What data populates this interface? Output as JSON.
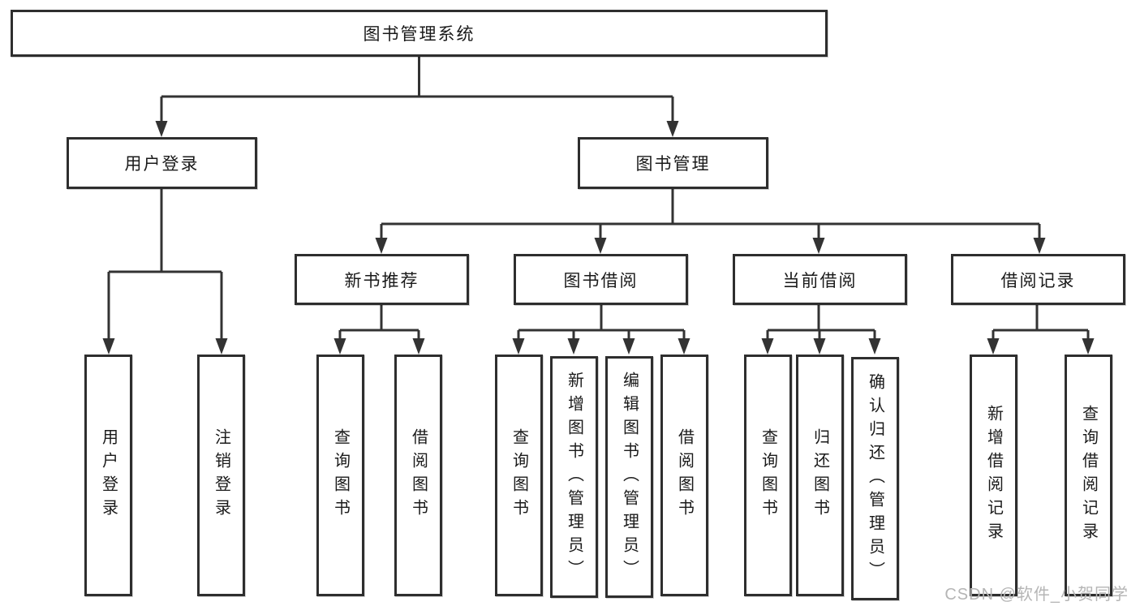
{
  "colors": {
    "line": "#333333",
    "border": "#2e2e2e",
    "text": "#1a1a1a",
    "watermark": "#b5b5b5",
    "background": "#ffffff"
  },
  "watermark": "CSDN @软件_小贺同学",
  "tree": {
    "root": {
      "label": "图书管理系统",
      "children": [
        {
          "label": "用户登录",
          "children": [
            {
              "label": "用户登录"
            },
            {
              "label": "注销登录"
            }
          ]
        },
        {
          "label": "图书管理",
          "children": [
            {
              "label": "新书推荐",
              "children": [
                {
                  "label": "查询图书"
                },
                {
                  "label": "借阅图书"
                }
              ]
            },
            {
              "label": "图书借阅",
              "children": [
                {
                  "label": "查询图书"
                },
                {
                  "label": "新增图书（管理员）"
                },
                {
                  "label": "编辑图书（管理员）"
                },
                {
                  "label": "借阅图书"
                }
              ]
            },
            {
              "label": "当前借阅",
              "children": [
                {
                  "label": "查询图书"
                },
                {
                  "label": "归还图书"
                },
                {
                  "label": "确认归还（管理员）"
                }
              ]
            },
            {
              "label": "借阅记录",
              "children": [
                {
                  "label": "新增借阅记录"
                },
                {
                  "label": "查询借阅记录"
                }
              ]
            }
          ]
        }
      ]
    }
  }
}
